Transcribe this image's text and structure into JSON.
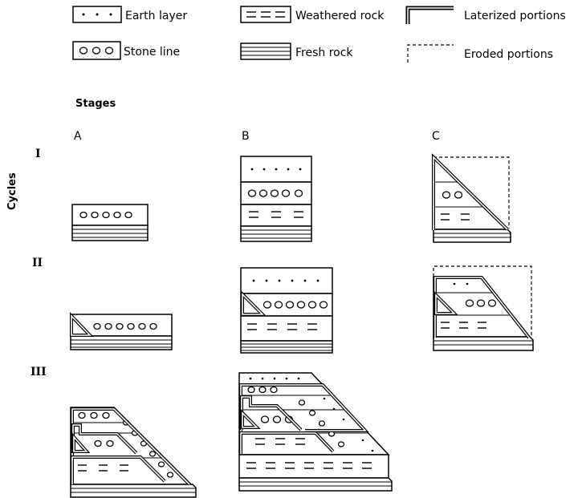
{
  "legend": {
    "earth_layer": "Earth layer",
    "weathered_rock": "Weathered rock",
    "laterized_portions": "Laterized portions",
    "stone_line": "Stone line",
    "fresh_rock": "Fresh rock",
    "eroded_portions": "Eroded portions"
  },
  "axes": {
    "stages_title": "Stages",
    "cycles_title": "Cycles",
    "stages": [
      "A",
      "B",
      "C"
    ],
    "cycles": [
      "I",
      "II",
      "III"
    ]
  }
}
